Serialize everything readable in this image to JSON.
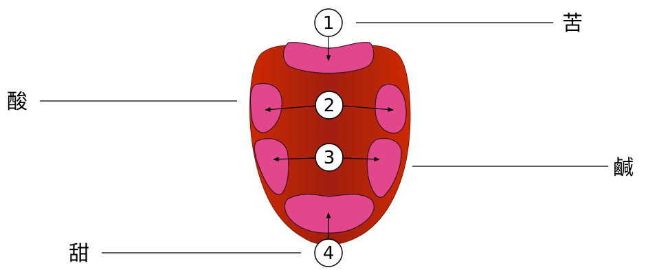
{
  "diagram": {
    "markers": [
      {
        "number": "1",
        "taste": "苦"
      },
      {
        "number": "2",
        "taste": "酸"
      },
      {
        "number": "3",
        "taste": "鹹"
      },
      {
        "number": "4",
        "taste": "甜"
      }
    ],
    "colors": {
      "tongue_edge": "#cc2a00",
      "tongue_center": "#a01f10",
      "zone": "#e2478c",
      "zone_stroke": "#3a1020",
      "line": "#000000",
      "background": "#ffffff"
    }
  }
}
